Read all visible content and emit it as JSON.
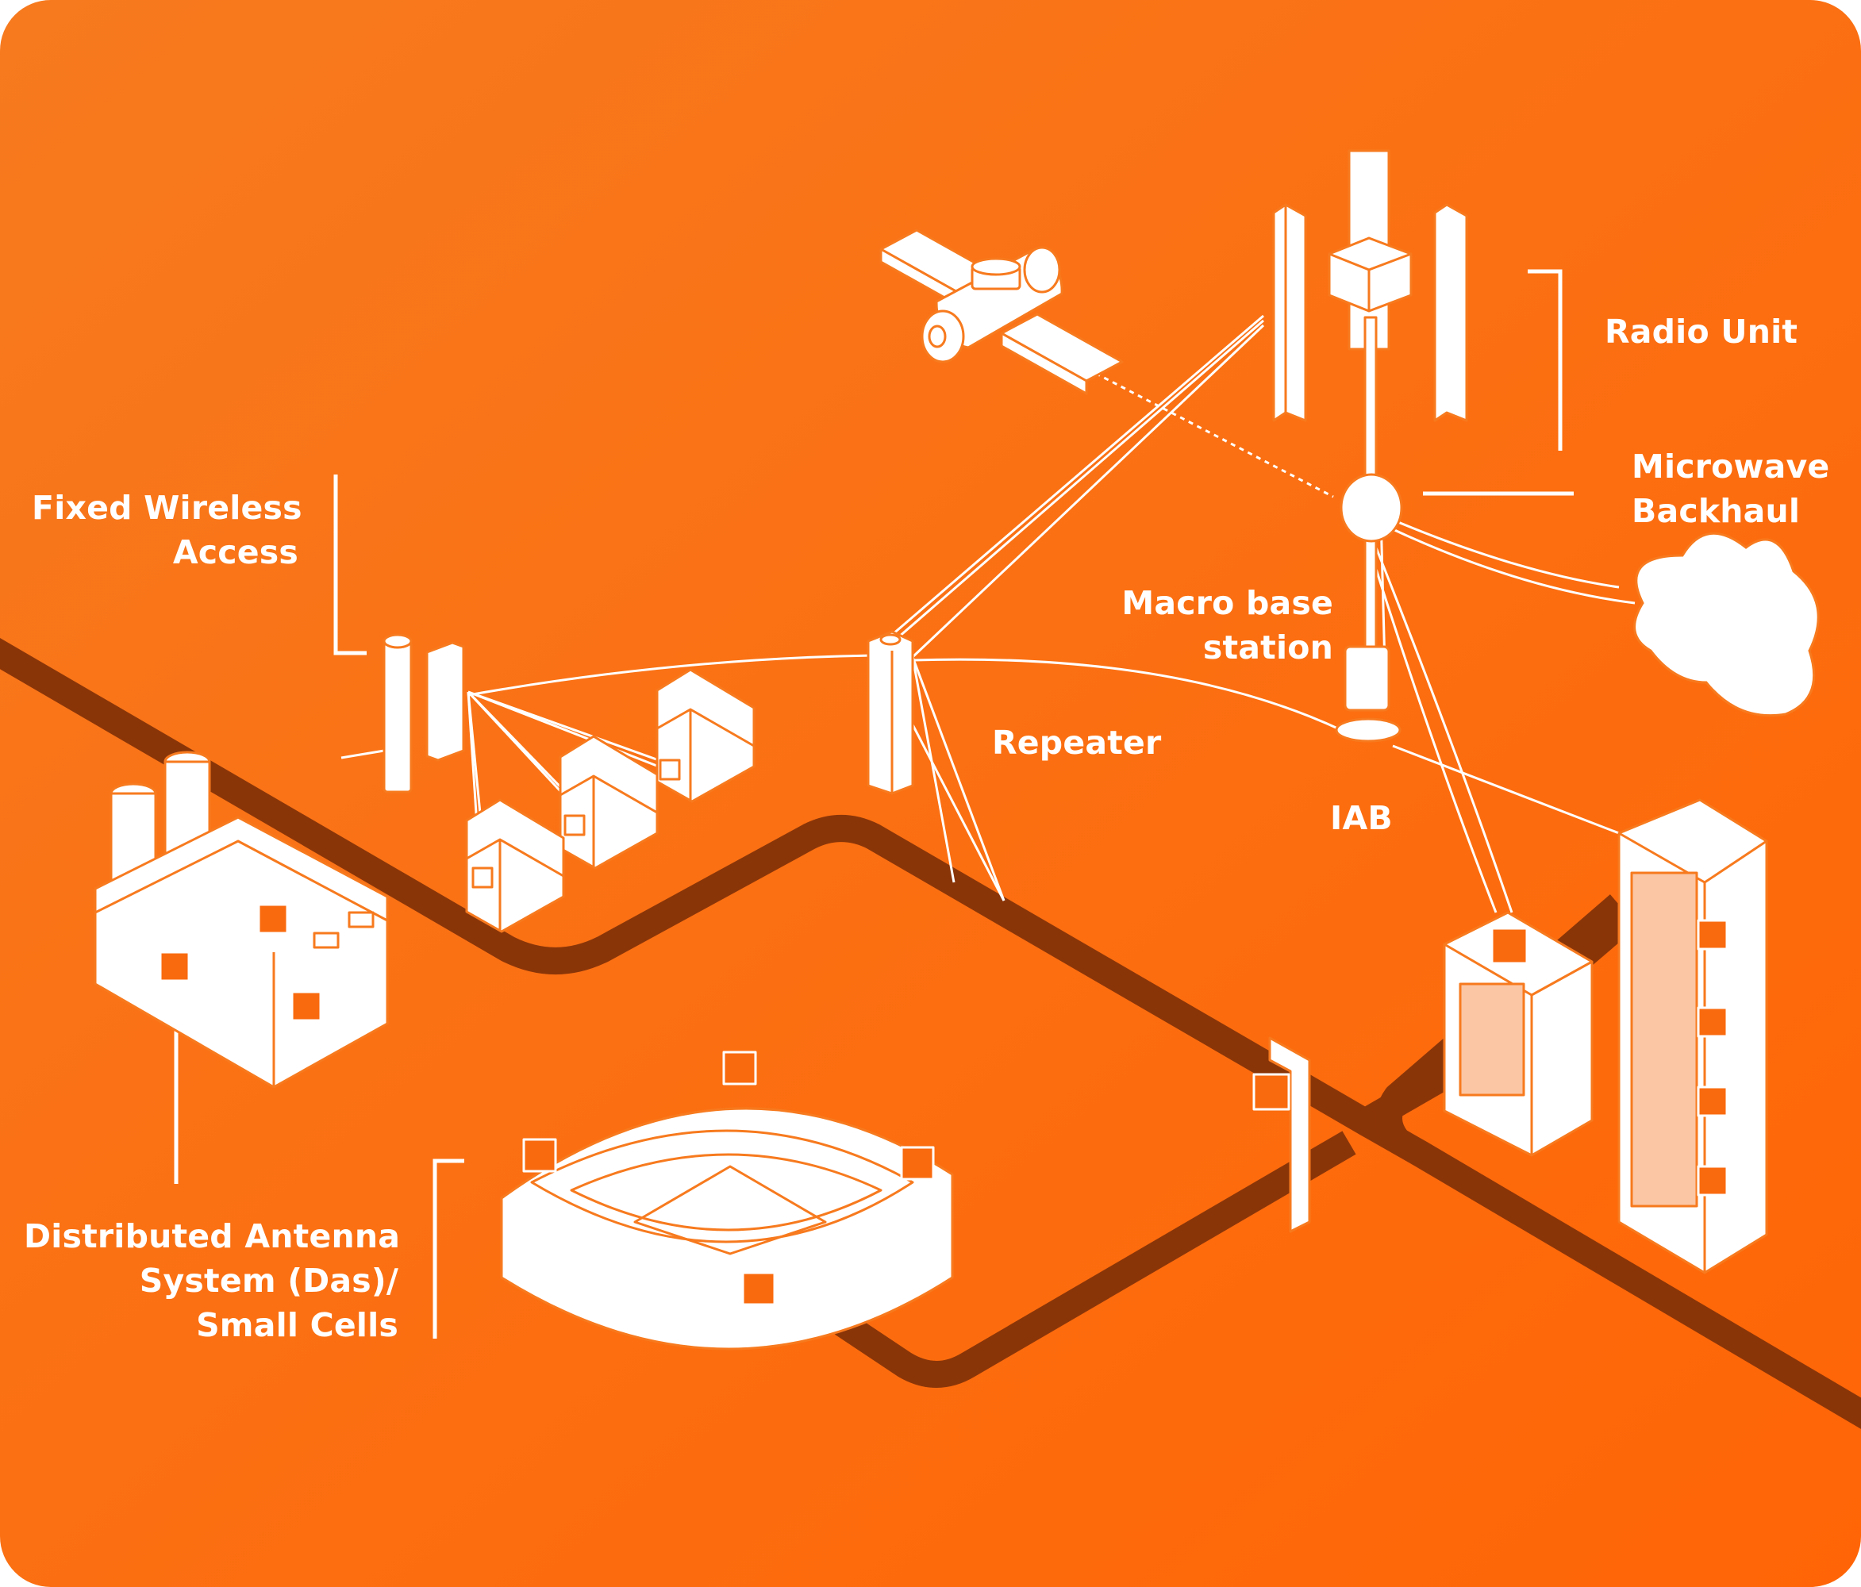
{
  "colors": {
    "background_top": "#f77a1e",
    "background_bottom": "#ff6506",
    "road": "#8a3508",
    "outline": "#ffffff",
    "window_fill": "#fbc6a4",
    "cell_box": "#f96a0e"
  },
  "labels": {
    "fixed_wireless_access": [
      "Fixed Wireless",
      "Access"
    ],
    "radio_unit": "Radio Unit",
    "microwave_backhaul": [
      "Microwave",
      "Backhaul"
    ],
    "macro_base_station": [
      "Macro base",
      "station"
    ],
    "repeater": "Repeater",
    "iab": "IAB",
    "das_small_cells": [
      "Distributed Antenna",
      "System (Das)/",
      "Small Cells"
    ]
  },
  "icons": [
    "satellite-icon",
    "macro-tower-icon",
    "cloud-icon",
    "repeater-mast-icon",
    "fwa-antenna-icon",
    "house-icon",
    "factory-icon",
    "stadium-icon",
    "office-building-icon",
    "skyscraper-icon",
    "iab-node-icon",
    "small-cell-icon"
  ]
}
